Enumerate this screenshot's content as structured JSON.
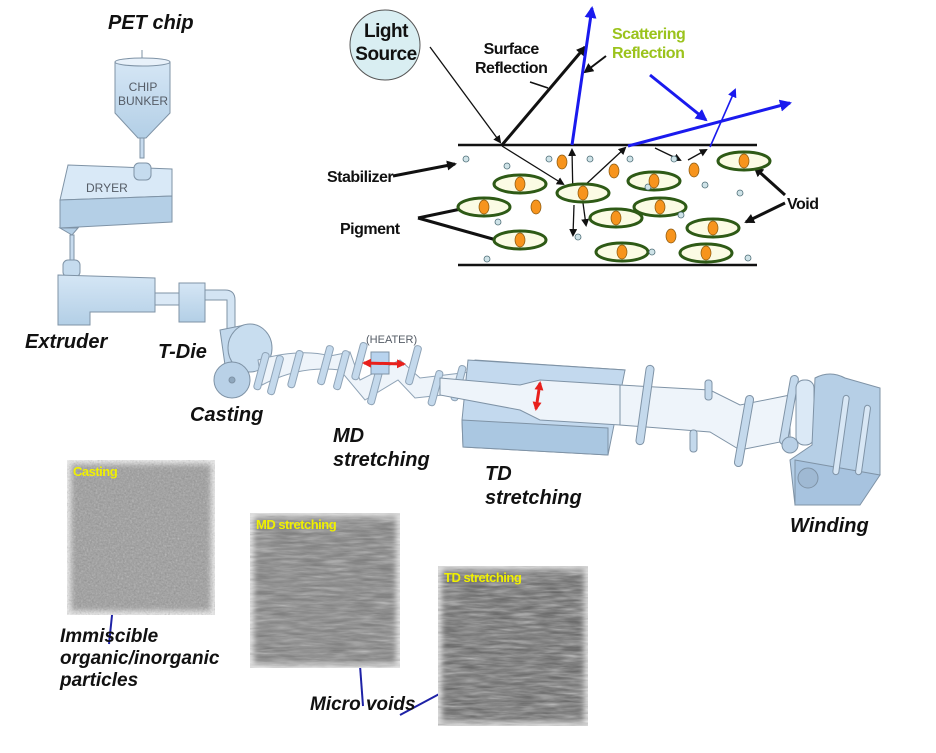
{
  "process": {
    "stages": [
      {
        "id": "pet-chip",
        "label": "PET chip"
      },
      {
        "id": "extruder",
        "label": "Extruder"
      },
      {
        "id": "t-die",
        "label": "T-Die"
      },
      {
        "id": "casting",
        "label": "Casting"
      },
      {
        "id": "md-stretching",
        "label": "MD\nstretching",
        "line1": "MD",
        "line2": "stretching"
      },
      {
        "id": "td-stretching",
        "label": "TD\nstretching",
        "line1": "TD",
        "line2": "stretching"
      },
      {
        "id": "winding",
        "label": "Winding"
      }
    ],
    "machine_labels": {
      "chip_bunker_line1": "CHIP",
      "chip_bunker_line2": "BUNKER",
      "dryer": "DRYER",
      "heater": "(HEATER)"
    }
  },
  "light_diagram": {
    "light_source_line1": "Light",
    "light_source_line2": "Source",
    "surface_reflection_line1": "Surface",
    "surface_reflection_line2": "Reflection",
    "scattering_reflection_line1": "Scattering",
    "scattering_reflection_line2": "Reflection",
    "stabilizer": "Stabilizer",
    "pigment": "Pigment",
    "void": "Void",
    "colors": {
      "pigment": "#f7941d",
      "void_ring": "#2e5a16",
      "void_fill": "#fbfbe4",
      "stabilizer": "#cfe3e8",
      "scatter_ray": "#1a1aee",
      "scattering_text": "#9bc31c",
      "light_source_fill": "#d9eef2"
    }
  },
  "micrographs": [
    {
      "id": "casting",
      "title": "Casting"
    },
    {
      "id": "md",
      "title": "MD stretching"
    },
    {
      "id": "td",
      "title": "TD stretching"
    }
  ],
  "annotations": {
    "immiscible_line1": "Immiscible",
    "immiscible_line2": "organic/inorganic",
    "immiscible_line3": "particles",
    "micro_voids": "Micro voids"
  }
}
